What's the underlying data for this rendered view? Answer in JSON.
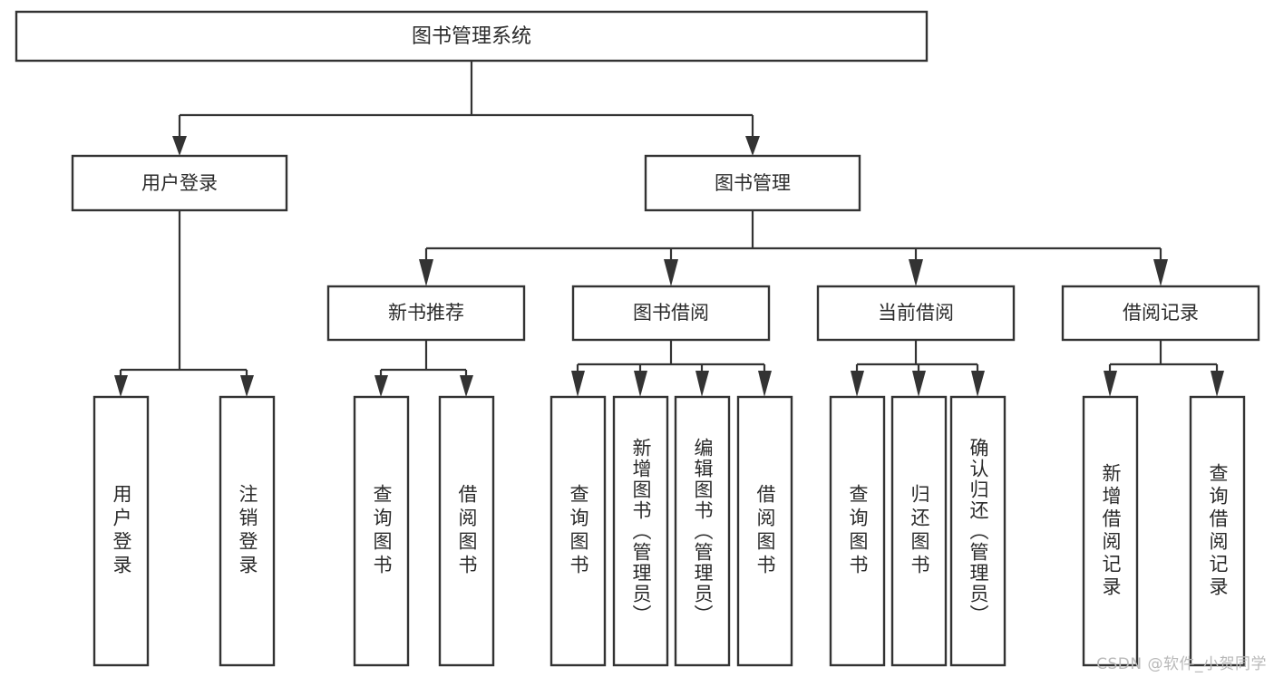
{
  "diagram": {
    "title": "图书管理系统",
    "type": "tree-hierarchy",
    "orientation": "top-down",
    "colors": {
      "box_stroke": "#333333",
      "box_fill": "#ffffff",
      "connector": "#333333",
      "text": "#2b2b2b",
      "watermark": "#b9b9b9",
      "background": "#ffffff"
    }
  },
  "watermark": {
    "text": "CSDN @软件_小贺同学"
  },
  "nodes": {
    "root": {
      "id": "root",
      "label": "图书管理系统",
      "level": 0,
      "orientation": "horizontal"
    },
    "level1": [
      {
        "id": "user-login",
        "label": "用户登录",
        "level": 1,
        "orientation": "horizontal"
      },
      {
        "id": "book-manage",
        "label": "图书管理",
        "level": 1,
        "orientation": "horizontal"
      }
    ],
    "level2": [
      {
        "id": "new-book-recommend",
        "label": "新书推荐",
        "level": 2,
        "orientation": "horizontal",
        "parent": "book-manage"
      },
      {
        "id": "book-borrow",
        "label": "图书借阅",
        "level": 2,
        "orientation": "horizontal",
        "parent": "book-manage"
      },
      {
        "id": "current-borrow",
        "label": "当前借阅",
        "level": 2,
        "orientation": "horizontal",
        "parent": "book-manage"
      },
      {
        "id": "borrow-record",
        "label": "借阅记录",
        "level": 2,
        "orientation": "horizontal",
        "parent": "book-manage"
      }
    ],
    "leaves": [
      {
        "id": "leaf-user-login",
        "label": "用户登录",
        "parent": "user-login",
        "orientation": "vertical"
      },
      {
        "id": "leaf-logout-login",
        "label": "注销登录",
        "parent": "user-login",
        "orientation": "vertical"
      },
      {
        "id": "leaf-query-book-1",
        "label": "查询图书",
        "parent": "new-book-recommend",
        "orientation": "vertical"
      },
      {
        "id": "leaf-borrow-book-1",
        "label": "借阅图书",
        "parent": "new-book-recommend",
        "orientation": "vertical"
      },
      {
        "id": "leaf-query-book-2",
        "label": "查询图书",
        "parent": "book-borrow",
        "orientation": "vertical"
      },
      {
        "id": "leaf-add-book",
        "label": "新增图书（管理员）",
        "parent": "book-borrow",
        "orientation": "vertical"
      },
      {
        "id": "leaf-edit-book",
        "label": "编辑图书（管理员）",
        "parent": "book-borrow",
        "orientation": "vertical"
      },
      {
        "id": "leaf-borrow-book-2",
        "label": "借阅图书",
        "parent": "book-borrow",
        "orientation": "vertical"
      },
      {
        "id": "leaf-query-book-3",
        "label": "查询图书",
        "parent": "current-borrow",
        "orientation": "vertical"
      },
      {
        "id": "leaf-return-book",
        "label": "归还图书",
        "parent": "current-borrow",
        "orientation": "vertical"
      },
      {
        "id": "leaf-confirm-return",
        "label": "确认归还（管理员）",
        "parent": "current-borrow",
        "orientation": "vertical"
      },
      {
        "id": "leaf-add-borrow-record",
        "label": "新增借阅记录",
        "parent": "borrow-record",
        "orientation": "vertical"
      },
      {
        "id": "leaf-query-borrow-record",
        "label": "查询借阅记录",
        "parent": "borrow-record",
        "orientation": "vertical"
      }
    ]
  }
}
